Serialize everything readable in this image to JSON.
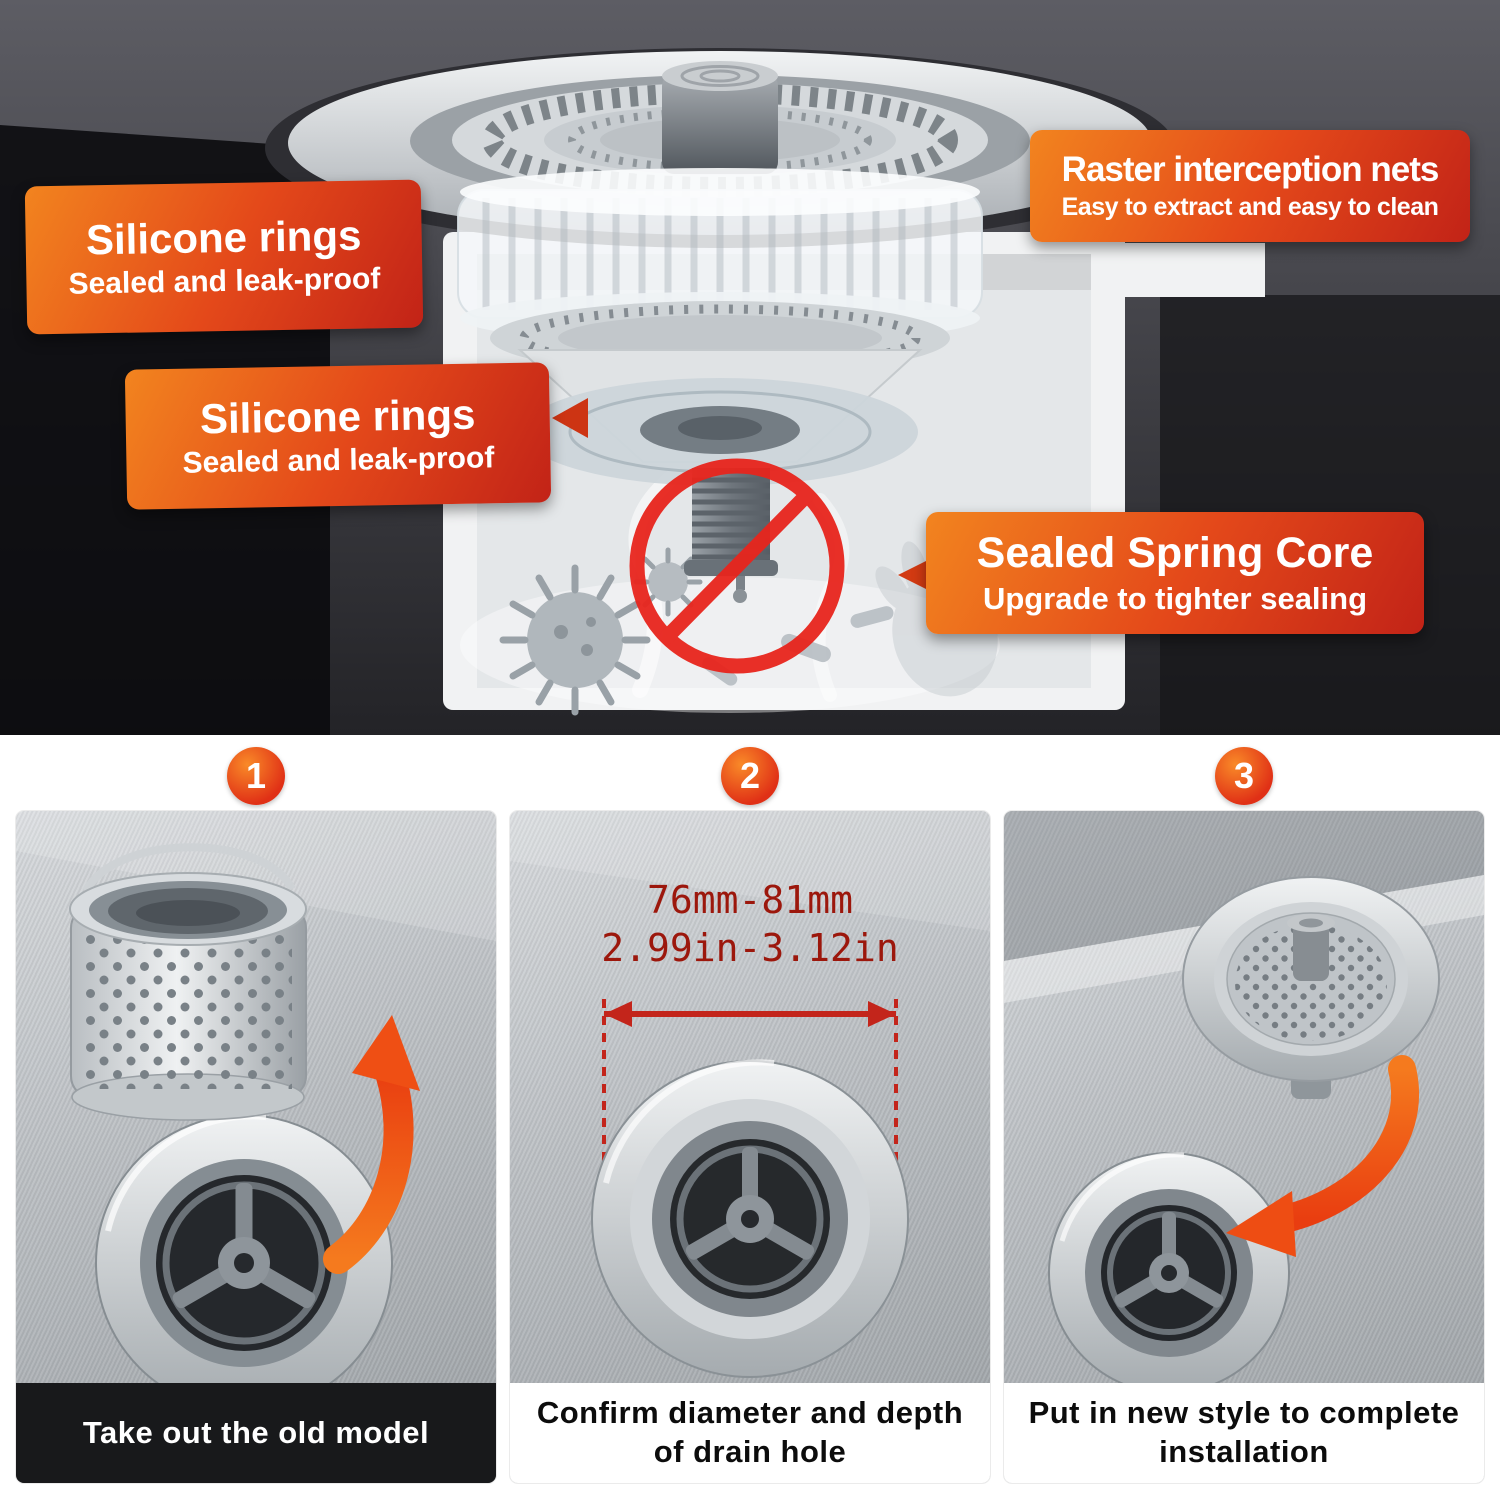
{
  "hero": {
    "callouts": [
      {
        "title": "Silicone rings",
        "subtitle": "Sealed and leak-proof"
      },
      {
        "title": "Raster interception nets",
        "subtitle": "Easy to extract and easy to clean"
      },
      {
        "title": "Silicone rings",
        "subtitle": "Sealed and leak-proof"
      },
      {
        "title": "Sealed Spring Core",
        "subtitle": "Upgrade to tighter sealing"
      }
    ]
  },
  "steps": [
    {
      "number": "1",
      "caption": "Take out the old model"
    },
    {
      "number": "2",
      "caption": "Confirm diameter and depth of drain hole",
      "measurement_mm": "76mm-81mm",
      "measurement_in": "2.99in-3.12in"
    },
    {
      "number": "3",
      "caption": "Put in new style to complete installation"
    }
  ],
  "colors": {
    "callout_orange": "#f2841f",
    "callout_red": "#c22317",
    "arrow_orange": "#f0571d",
    "prohibition_red": "#e8251d",
    "measurement_red": "#9c170c",
    "badge_orange": "#e03016"
  }
}
